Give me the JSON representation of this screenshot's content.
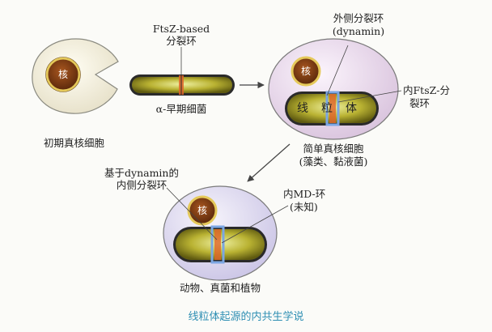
{
  "labels": {
    "ftsz_based_line1": "FtsZ-based",
    "ftsz_based_line2": "分裂环",
    "alpha_bacterium": "α-早期细菌",
    "early_eukaryote": "初期真核细胞",
    "outer_ring_line1": "外侧分裂环",
    "outer_ring_line2": "(dynamin)",
    "nucleus_top": "核",
    "nucleus_right": "核",
    "nucleus_bottom": "核",
    "mitochondrion_1": "线",
    "mitochondrion_2": "粒",
    "mitochondrion_3": "体",
    "inner_ftsz_line1": "内FtsZ-分",
    "inner_ftsz_line2": "裂环",
    "simple_eukaryote_line1": "简单真核细胞",
    "simple_eukaryote_line2": "(藻类、黏液菌)",
    "dynamin_ring_line1": "基于dynamin的",
    "dynamin_ring_line2": "内侧分裂环",
    "inner_md_line1": "内MD-环",
    "inner_md_line2": "(未知)",
    "higher_eukaryotes": "动物、真菌和植物"
  },
  "caption": "线粒体起源的内共生学说",
  "colors": {
    "host_cell": "#f2eee0",
    "simple_cell": "#e7d6ea",
    "higher_cell": "#dcd7ee",
    "nucleus": "#7a3a12",
    "nucleus_rim": "#e5c95a",
    "mito_fill": "#b9b232",
    "mito_border": "#2b2b2b",
    "ring_orange": "#e0642a",
    "ring_blue": "#7ba6e3",
    "caption": "#2f8fb3",
    "arrow": "#444444"
  }
}
